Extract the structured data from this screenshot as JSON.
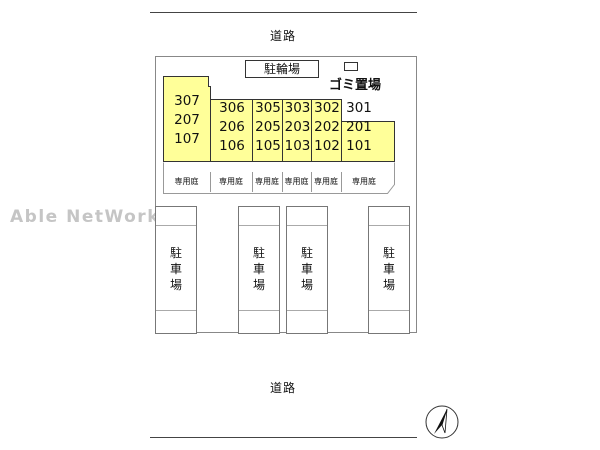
{
  "roads": {
    "top_label": "道路",
    "bottom_label": "道路"
  },
  "bicycle_parking": "駐輪場",
  "garbage_area": "ゴミ置場",
  "units": [
    {
      "top": "307",
      "mid": "207",
      "bot": "107"
    },
    {
      "top": "306",
      "mid": "206",
      "bot": "106"
    },
    {
      "top": "305",
      "mid": "205",
      "bot": "105"
    },
    {
      "top": "303",
      "mid": "203",
      "bot": "103"
    },
    {
      "top": "302",
      "mid": "202",
      "bot": "102"
    },
    {
      "top": "301",
      "mid": "201",
      "bot": "101"
    }
  ],
  "gardens": [
    "専用庭",
    "専用庭",
    "専用庭",
    "専用庭",
    "専用庭",
    "専用庭"
  ],
  "watermark": "Able NetWork",
  "parking": [
    "駐\n車\n場",
    "駐\n車\n場",
    "駐\n車\n場",
    "駐\n車\n場"
  ],
  "colors": {
    "building": "#ffff99",
    "outline": "#333333",
    "watermark": "#c5c5c5"
  },
  "compass_icon": "north-arrow-icon"
}
